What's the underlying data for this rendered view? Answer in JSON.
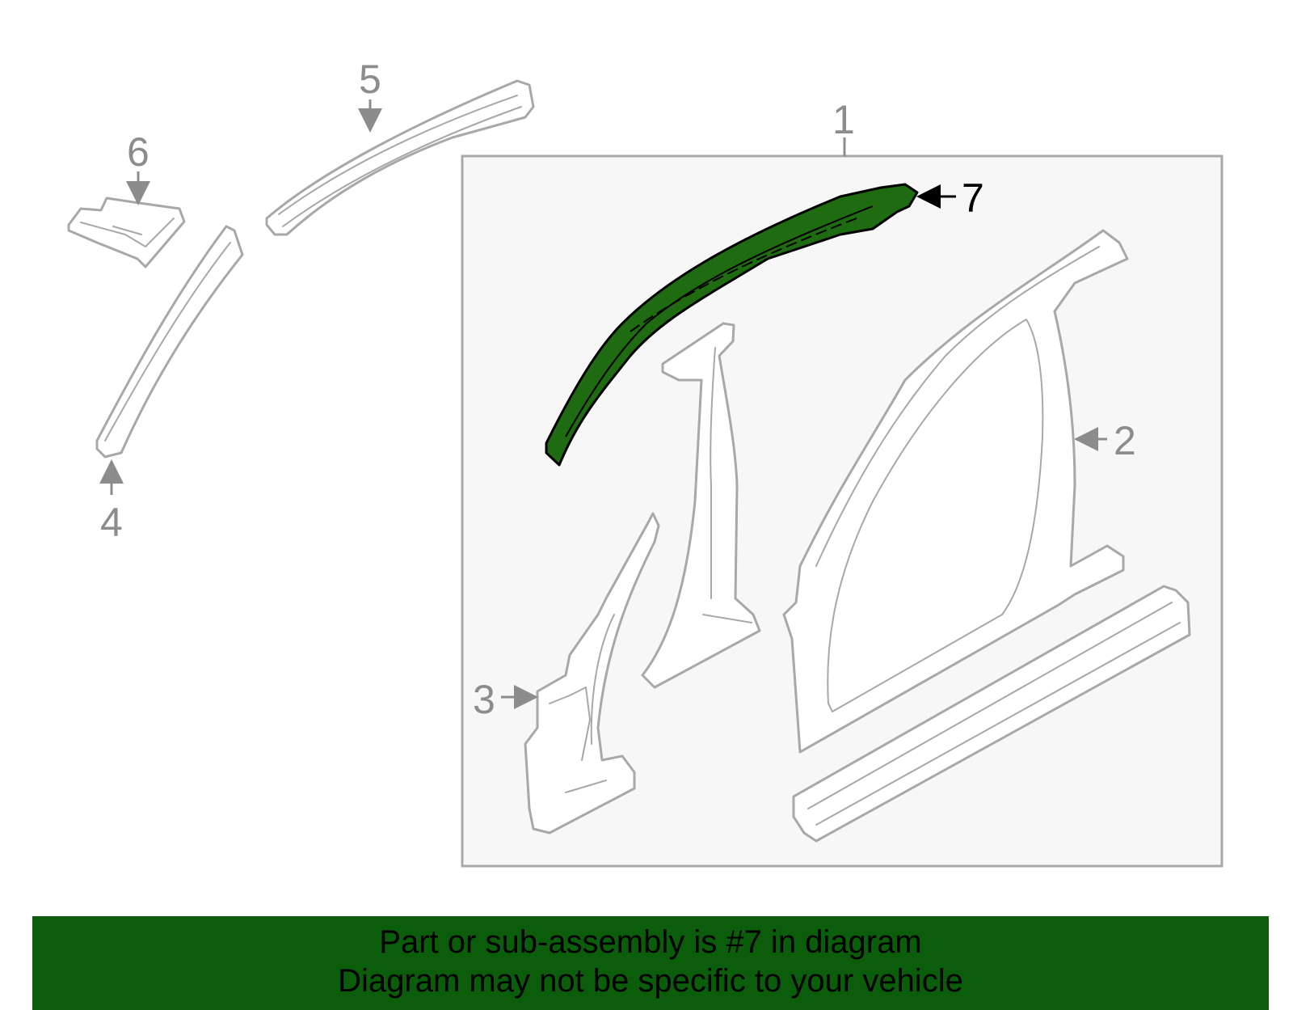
{
  "callouts": {
    "c1": "1",
    "c2": "2",
    "c3": "3",
    "c4": "4",
    "c5": "5",
    "c6": "6",
    "c7": "7"
  },
  "highlighted_part": "7",
  "colors": {
    "highlight": "#1f6b12",
    "banner": "#0b5d0b",
    "outline": "#a8a8a8",
    "box_fill": "#f7f7f7"
  },
  "banner": {
    "line1": "Part or sub-assembly is #7 in diagram",
    "line2": "Diagram may not be specific to your vehicle"
  }
}
